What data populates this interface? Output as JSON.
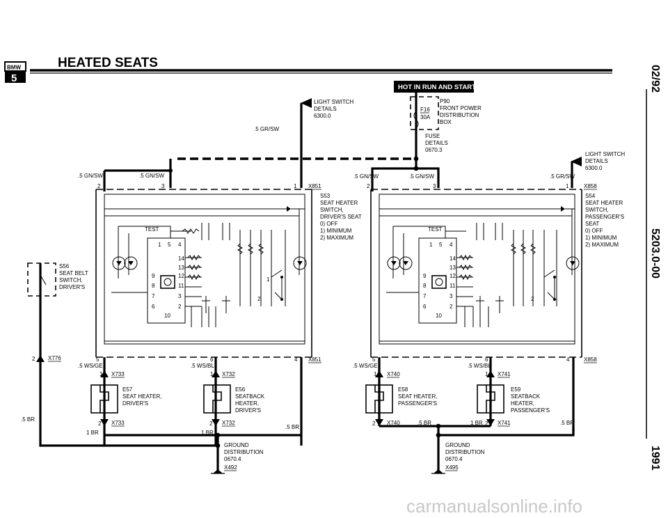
{
  "header": {
    "logo_top": "BMW",
    "logo_bottom": "5",
    "title": "HEATED SEATS"
  },
  "side": {
    "date": "02/92",
    "code": "5203.0-00",
    "year": "1991"
  },
  "hot_banner": "HOT IN RUN AND START",
  "fuse": {
    "id": "F16",
    "rating": "30A",
    "box_label": [
      "P90",
      "FRONT POWER",
      "DISTRIBUTION",
      "BOX"
    ],
    "details": [
      "FUSE",
      "DETAILS",
      "0670.3"
    ]
  },
  "light_switch_left": [
    "LIGHT SWITCH",
    "DETAILS",
    "6300.0"
  ],
  "light_switch_right": [
    "LIGHT SWITCH",
    "DETAILS",
    "6300.0"
  ],
  "wires": {
    "gr_sw": ".5 GR/SW",
    "gn_sw": ".5 GN/SW",
    "ws_ge": ".5 WS/GE",
    "ws_bl": ".5 WS/BL",
    "br": ".5 BR",
    "br1": "1 BR"
  },
  "connectors": {
    "x851": "X851",
    "x858": "X858",
    "x776": "X776",
    "x733": "X733",
    "x732": "X732",
    "x740": "X740",
    "x741": "X741",
    "x492": "X492",
    "x495": "X495"
  },
  "pins": {
    "p1": "1",
    "p2": "2",
    "p3": "3",
    "p4": "4",
    "p5": "5",
    "p6": "6",
    "p7": "7",
    "p8": "8",
    "p9": "9",
    "p10": "10",
    "p11": "11",
    "p12": "12",
    "p13": "13",
    "p14": "14"
  },
  "test_label": "TEST",
  "switch_driver": [
    "S53",
    "SEAT HEATER",
    "SWITCH,",
    "DRIVER'S SEAT",
    "0) OFF",
    "1) MINIMUM",
    "2) MAXIMUM"
  ],
  "switch_passenger": [
    "S54",
    "SEAT HEATER",
    "SWITCH,",
    "PASSENGER'S",
    "SEAT",
    "0) OFF",
    "1) MINIMUM",
    "2) MAXIMUM"
  ],
  "belt_switch": [
    "S56",
    "SEAT BELT",
    "SWITCH,",
    "DRIVER'S"
  ],
  "e57": [
    "E57",
    "SEAT HEATER,",
    "DRIVER'S"
  ],
  "e56": [
    "E56",
    "SEATBACK",
    "HEATER,",
    "DRIVER'S"
  ],
  "e58": [
    "E58",
    "SEAT HEATER,",
    "PASSENGER'S"
  ],
  "e59": [
    "E59",
    "SEATBACK",
    "HEATER,",
    "PASSENGER'S"
  ],
  "ground_left": [
    "GROUND",
    "DISTRIBUTION",
    "0670.4"
  ],
  "ground_right": [
    "GROUND",
    "DISTRIBUTION",
    "0670.4"
  ],
  "watermark": "carmanualsonline.info"
}
